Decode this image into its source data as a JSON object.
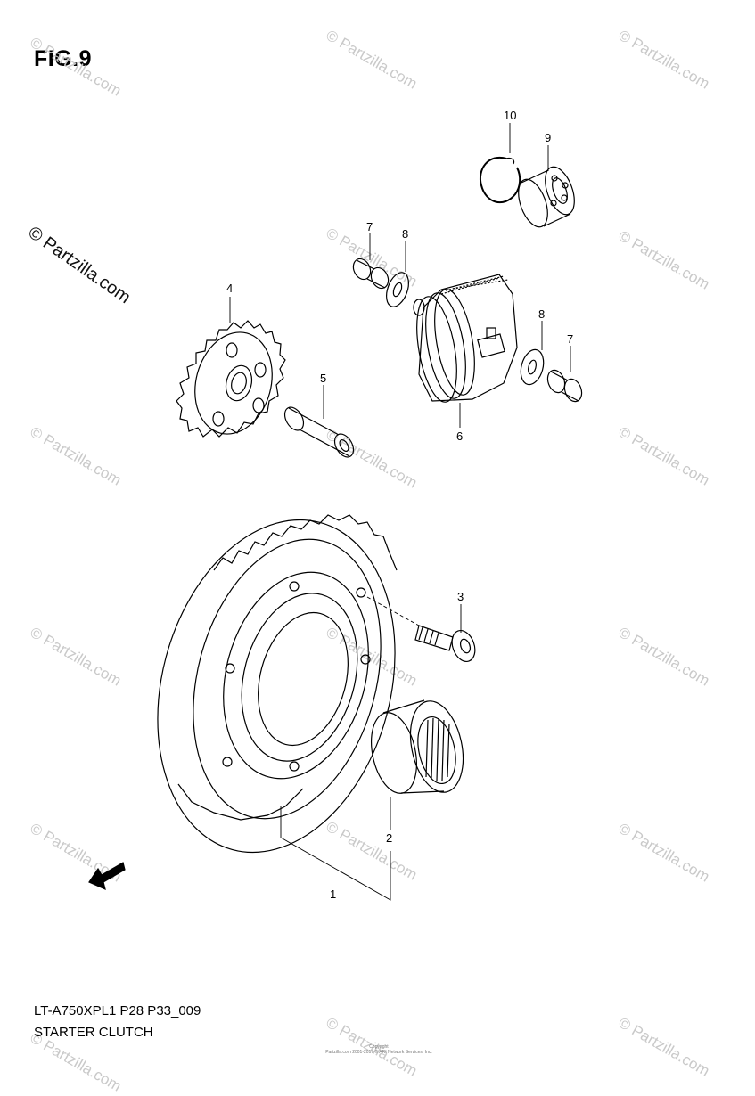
{
  "figure": {
    "label": "FIG.9"
  },
  "watermark": {
    "text": "© Partzilla.com"
  },
  "callouts": {
    "p1": "1",
    "p2": "2",
    "p3": "3",
    "p4": "4",
    "p5": "5",
    "p6": "6",
    "p7a": "7",
    "p7b": "7",
    "p8a": "8",
    "p8b": "8",
    "p9": "9",
    "p10": "10"
  },
  "footer": {
    "code": "LT-A750XPL1 P28 P33_009",
    "title": "STARTER CLUTCH",
    "copyright_line1": "Copyright",
    "copyright_line2": "Partzilla.com 2001-2017 © ARI Network Services, Inc."
  },
  "icons": {
    "front_arrow": "front-arrow-icon"
  }
}
